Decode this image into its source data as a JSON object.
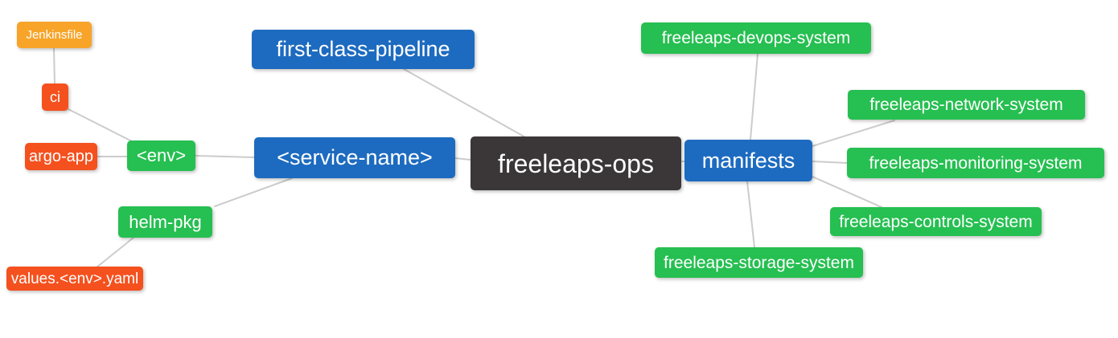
{
  "diagram": {
    "type": "mindmap",
    "palette": {
      "blue": "#1d6bc0",
      "green": "#26bf51",
      "red": "#f4511e",
      "amber": "#f7a429",
      "dark": "#3b3738",
      "edge": "#cccccc",
      "background": "#ffffff",
      "text": "#ffffff"
    },
    "nodes": {
      "root": {
        "label": "freeleaps-ops"
      },
      "first_class_pipeline": {
        "label": "first-class-pipeline"
      },
      "service_name": {
        "label": "<service-name>"
      },
      "manifests": {
        "label": "manifests"
      },
      "env": {
        "label": "<env>"
      },
      "helm_pkg": {
        "label": "helm-pkg"
      },
      "jenkinsfile": {
        "label": "Jenkinsfile"
      },
      "ci": {
        "label": "ci"
      },
      "argo_app": {
        "label": "argo-app"
      },
      "values_yaml": {
        "label": "values.<env>.yaml"
      },
      "devops_system": {
        "label": "freeleaps-devops-system"
      },
      "network_system": {
        "label": "freeleaps-network-system"
      },
      "monitoring_system": {
        "label": "freeleaps-monitoring-system"
      },
      "controls_system": {
        "label": "freeleaps-controls-system"
      },
      "storage_system": {
        "label": "freeleaps-storage-system"
      }
    },
    "edges": [
      {
        "from": "jenkinsfile",
        "to": "ci"
      },
      {
        "from": "ci",
        "to": "env"
      },
      {
        "from": "argo_app",
        "to": "env"
      },
      {
        "from": "env",
        "to": "service_name"
      },
      {
        "from": "service_name",
        "to": "helm_pkg"
      },
      {
        "from": "helm_pkg",
        "to": "values_yaml"
      },
      {
        "from": "service_name",
        "to": "root"
      },
      {
        "from": "first_class_pipeline",
        "to": "root"
      },
      {
        "from": "root",
        "to": "manifests"
      },
      {
        "from": "manifests",
        "to": "devops_system"
      },
      {
        "from": "manifests",
        "to": "network_system"
      },
      {
        "from": "manifests",
        "to": "monitoring_system"
      },
      {
        "from": "manifests",
        "to": "controls_system"
      },
      {
        "from": "manifests",
        "to": "storage_system"
      }
    ]
  }
}
